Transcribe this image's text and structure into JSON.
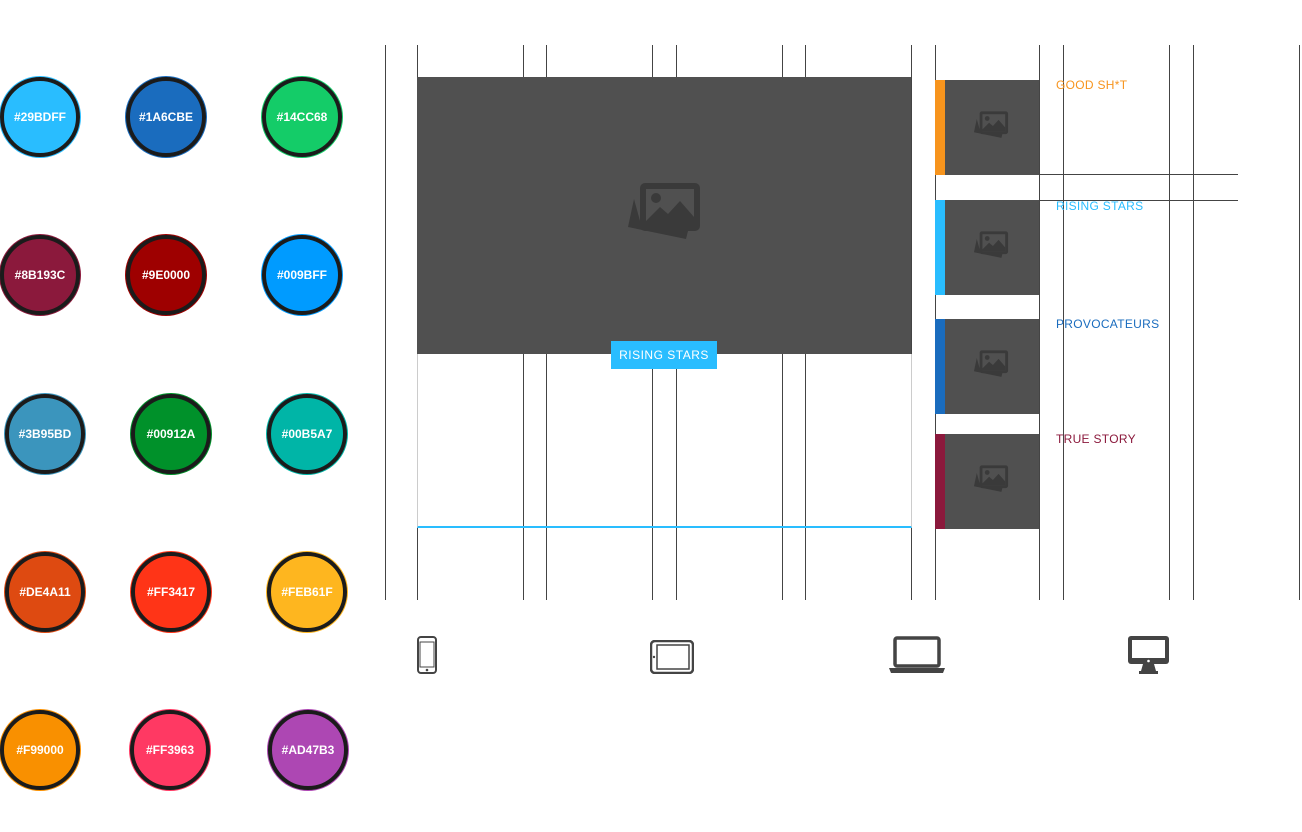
{
  "swatches": [
    {
      "label": "#29BDFF",
      "color": "#29BDFF"
    },
    {
      "label": "#1A6CBE",
      "color": "#1A6CBE"
    },
    {
      "label": "#14CC68",
      "color": "#14CC68"
    },
    {
      "label": "#8B193C",
      "color": "#8B193C"
    },
    {
      "label": "#9E0000",
      "color": "#9E0000"
    },
    {
      "label": "#009BFF",
      "color": "#009BFF"
    },
    {
      "label": "#3B95BD",
      "color": "#3B95BD"
    },
    {
      "label": "#00912A",
      "color": "#00912A"
    },
    {
      "label": "#00B5A7",
      "color": "#00B5A7"
    },
    {
      "label": "#DE4A11",
      "color": "#DE4A11"
    },
    {
      "label": "#FF3417",
      "color": "#FF3417"
    },
    {
      "label": "#FEB61F",
      "color": "#FEB61F"
    },
    {
      "label": "#F99000",
      "color": "#F99000"
    },
    {
      "label": "#FF3963",
      "color": "#FF3963"
    },
    {
      "label": "#AD47B3",
      "color": "#AD47B3"
    }
  ],
  "hero": {
    "tag": "RISING STARS",
    "tag_color": "#29BDFF",
    "icon": "image-icon"
  },
  "cards": [
    {
      "title": "GOOD SH*T",
      "color": "#F7941D"
    },
    {
      "title": "RISING STARS",
      "color": "#29BDFF"
    },
    {
      "title": "PROVOCATEURS",
      "color": "#1A6CBE"
    },
    {
      "title": "TRUE STORY",
      "color": "#8B193C"
    }
  ],
  "devices": [
    "phone-icon",
    "tablet-icon",
    "laptop-icon",
    "desktop-icon"
  ]
}
